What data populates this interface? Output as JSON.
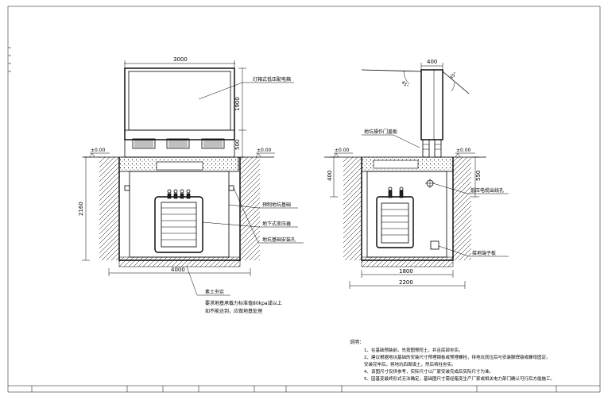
{
  "left_view": {
    "dim_width_top": "3000",
    "dim_h_upper": "1900",
    "dim_h_lower": "500",
    "dim_depth": "2160",
    "dim_width_bottom": "4000",
    "level_left": "±0.00",
    "level_right": "±0.00",
    "label_cabinet": "灯箱式低压配电箱",
    "label_prefab_base": "预制地坑基础",
    "label_transformer": "地下式变压器",
    "label_install_hole": "地坑基础安装孔",
    "label_soil": "素土夯实",
    "note_line1": "要求地基承载力标准值80kpa或以上",
    "note_line2": "如不能达到，应做地基处理"
  },
  "right_view": {
    "dim_width_top": "400",
    "dim_angle_left": "45°",
    "dim_angle_right": "45°",
    "dim_h_left": "400",
    "dim_h_right": "550",
    "dim_width_inner": "1800",
    "dim_width_outer": "2200",
    "level_left": "±0.00",
    "level_right": "±0.00",
    "label_cover": "地坑操作门盖板",
    "label_cable_hole": "低压电缆出线孔",
    "label_ground_plate": "接地端子板"
  },
  "notes": {
    "title": "说明：",
    "items": [
      "1、在基础预装前，先按图预挖土，并且底部夯实。",
      "2、建议根据地坑基础的安装尺寸预埋钢板或预埋螺栓，待地坑就位后与安装脚焊接或螺母固定。",
      "   安装完毕后，将地坑四周填土，然后将柱夯实。",
      "4、该图尺寸仅供参考，实际尺寸以厂家安装完成后实际尺寸为准。",
      "5、因基变最终形式无法确定，基础图尺寸需经箱变生产厂家或相关电力部门确认可行后方能施工。"
    ]
  }
}
